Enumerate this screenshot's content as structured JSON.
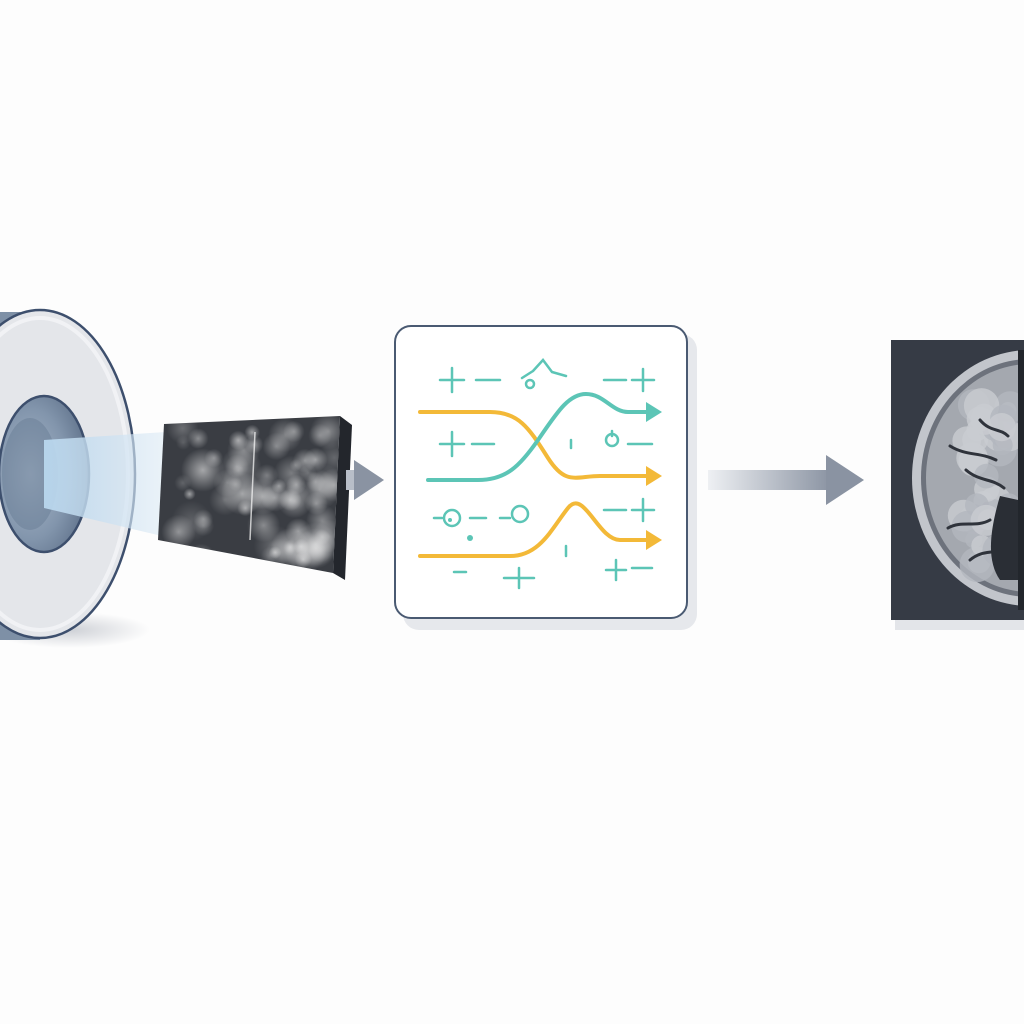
{
  "diagram": {
    "stages": [
      {
        "id": "scanner",
        "icon": "mri-scanner-icon"
      },
      {
        "id": "raw-data",
        "icon": "raw-kspace-data-icon"
      },
      {
        "id": "reconstruction",
        "icon": "signal-processing-icon"
      },
      {
        "id": "output-image",
        "icon": "brain-scan-icon"
      }
    ],
    "connections": [
      {
        "from": "raw-data",
        "to": "reconstruction",
        "icon": "arrow-right-icon"
      },
      {
        "from": "reconstruction",
        "to": "output-image",
        "icon": "arrow-right-icon"
      }
    ],
    "colors": {
      "background": "#fdfdfd",
      "scanner_body": "#e4e6ea",
      "scanner_bore": "#8295ac",
      "outline": "#3d4f6d",
      "arrow": "#8a93a2",
      "teal": "#5cc5b6",
      "amber": "#f3b938",
      "dark_panel": "#363b45"
    }
  }
}
